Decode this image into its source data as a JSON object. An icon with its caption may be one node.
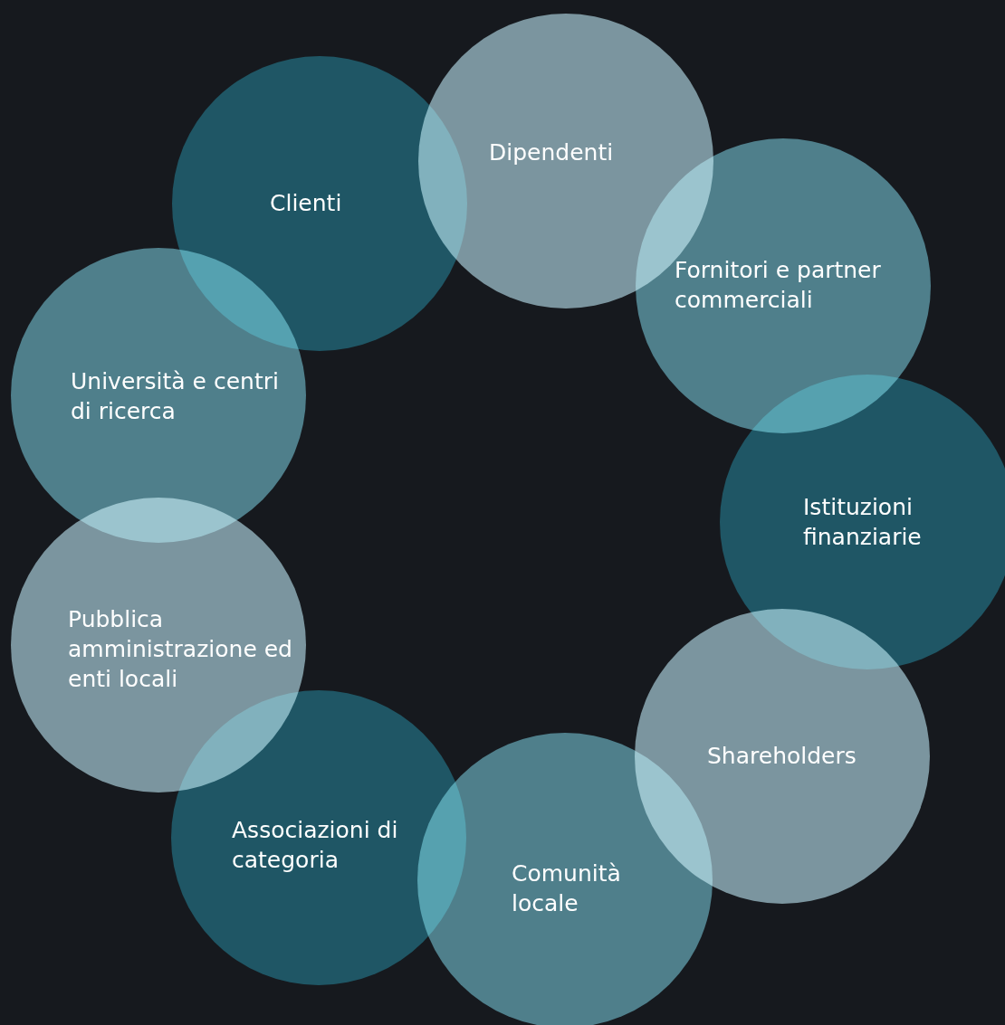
{
  "diagram": {
    "nodes": [
      {
        "text": [
          "Clienti"
        ]
      },
      {
        "text": [
          "Dipendenti"
        ]
      },
      {
        "text": [
          "Fornitori e partner commerciali"
        ]
      },
      {
        "text": [
          "Istituzioni finanziarie"
        ]
      },
      {
        "text": [
          "Shareholders"
        ]
      },
      {
        "text": [
          "Comunità locale"
        ]
      },
      {
        "text": [
          "Associazioni di categoria"
        ]
      },
      {
        "text": [
          "Pubblica amministrazione ed enti locali"
        ]
      },
      {
        "text": [
          "Università e centri di ricerca"
        ]
      }
    ]
  }
}
